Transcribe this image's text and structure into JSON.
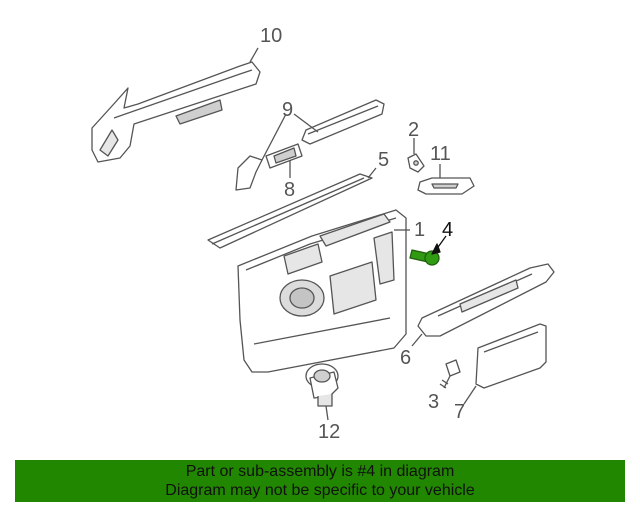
{
  "diagram": {
    "callouts": [
      {
        "id": "10",
        "label": "10"
      },
      {
        "id": "9",
        "label": "9"
      },
      {
        "id": "8",
        "label": "8"
      },
      {
        "id": "2",
        "label": "2"
      },
      {
        "id": "11",
        "label": "11"
      },
      {
        "id": "5",
        "label": "5"
      },
      {
        "id": "1",
        "label": "1"
      },
      {
        "id": "4",
        "label": "4"
      },
      {
        "id": "6",
        "label": "6"
      },
      {
        "id": "3",
        "label": "3"
      },
      {
        "id": "7",
        "label": "7"
      },
      {
        "id": "12",
        "label": "12"
      }
    ],
    "highlighted_part": "4",
    "colors": {
      "line": "#555555",
      "fill": "#ffffff",
      "shade": "#cfcfcf",
      "highlight": "#2f9a12"
    }
  },
  "banner": {
    "line1": "Part or sub-assembly is #4 in diagram",
    "line2": "Diagram may not be specific to your vehicle",
    "background": "#218700"
  }
}
